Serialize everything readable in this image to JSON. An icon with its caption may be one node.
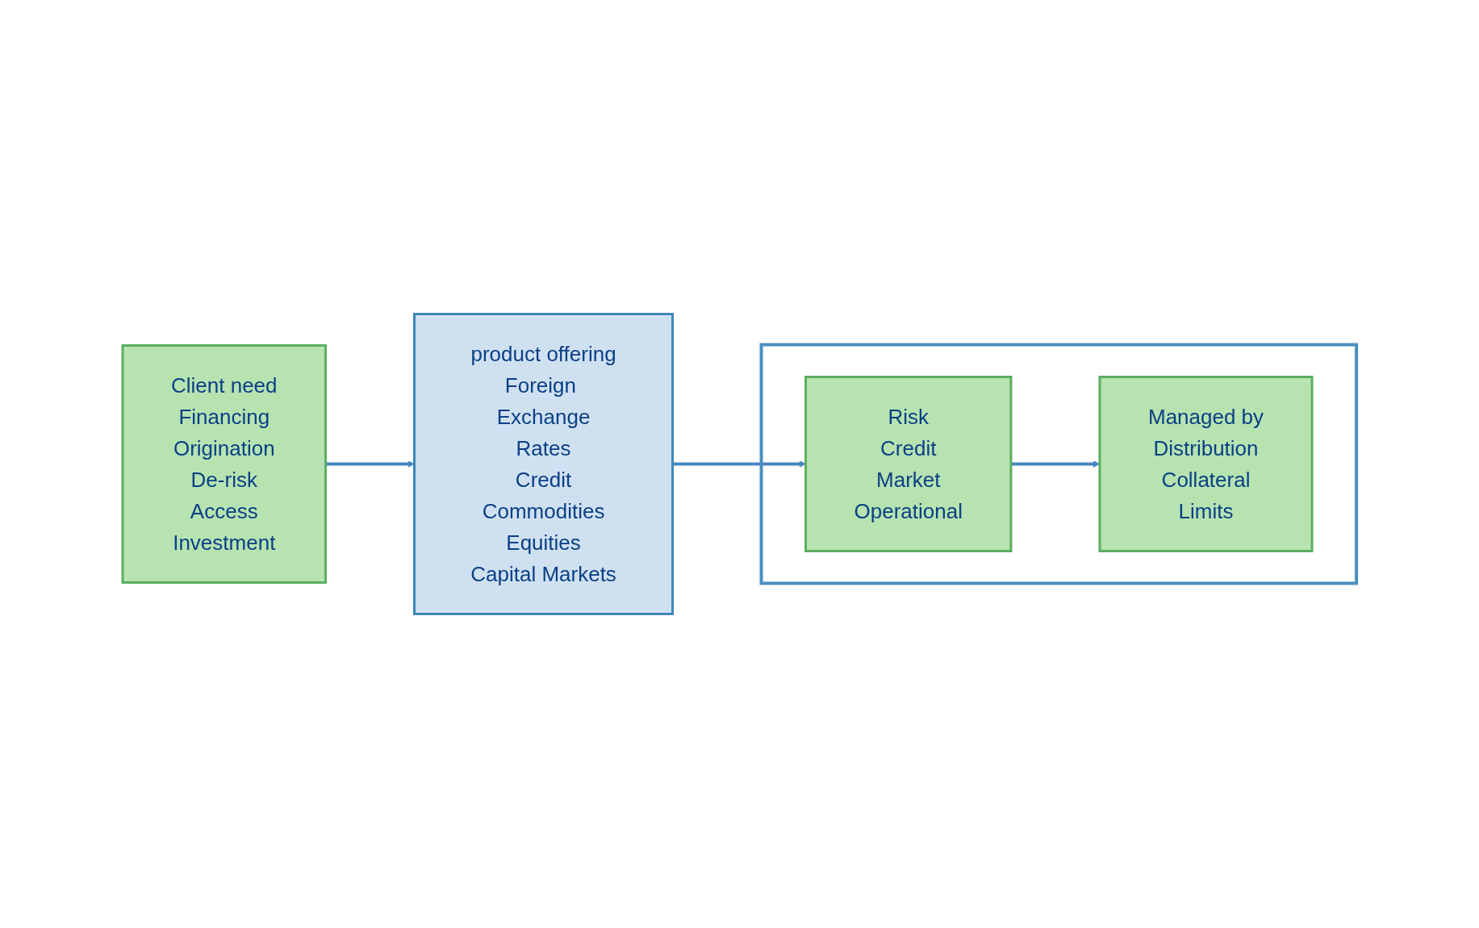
{
  "diagram": {
    "nodes": [
      {
        "text": [
          "Client need",
          "Financing",
          "Origination",
          "De-risk",
          "Access",
          "Investment"
        ]
      },
      {
        "text": [
          "product offering",
          "Foreign Exchange",
          "Rates",
          "Credit",
          "Commodities",
          "Equities",
          "Capital Markets"
        ]
      },
      {
        "text": [],
        "shape": "box"
      },
      {
        "text": [
          "Risk",
          "Credit",
          "Market",
          "Operational"
        ],
        "in": 2
      },
      {
        "text": [
          "Managed by",
          "Distribution",
          "Collateral",
          "Limits"
        ],
        "in": 2
      }
    ],
    "edges": [
      {
        "from": 0,
        "to": 1,
        "arrow": "to"
      },
      {
        "from": 1,
        "to": 3,
        "arrow": "to"
      },
      {
        "from": 3,
        "to": 4,
        "arrow": "to"
      }
    ]
  }
}
